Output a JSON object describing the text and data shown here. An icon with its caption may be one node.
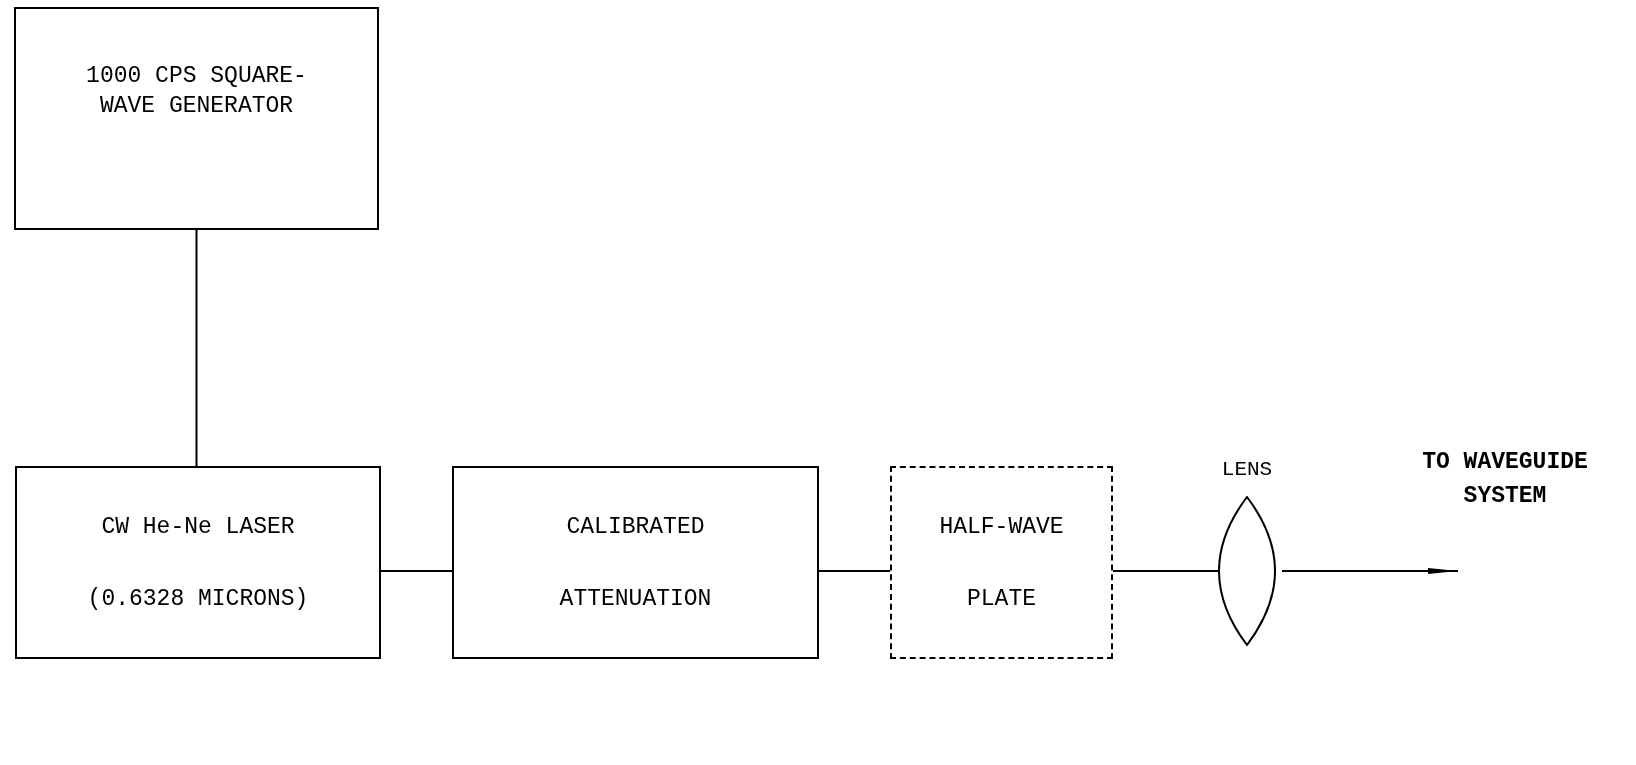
{
  "diagram": {
    "nodes": [
      {
        "text": [
          "1000 CPS SQUARE-WAVE GENERATOR"
        ]
      },
      {
        "text": [
          "CW He-Ne LASER",
          "(0.6328 MICRONS)"
        ]
      },
      {
        "text": [
          "CALIBRATED",
          "ATTENUATION"
        ]
      },
      {
        "text": [
          "HALF-WAVE",
          "PLATE"
        ]
      },
      {
        "text": [
          "LENS"
        ]
      }
    ],
    "edges": [
      {
        "from": 0,
        "to": 1,
        "arrow": "none"
      },
      {
        "from": 1,
        "to": 2,
        "arrow": "none"
      },
      {
        "from": 2,
        "to": 3,
        "arrow": "none"
      },
      {
        "from": 3,
        "to": 4,
        "arrow": "none"
      },
      {
        "from": 4,
        "to": null,
        "arrow": "to"
      }
    ],
    "labels": [
      "TO WAVEGUIDE SYSTEM"
    ]
  }
}
